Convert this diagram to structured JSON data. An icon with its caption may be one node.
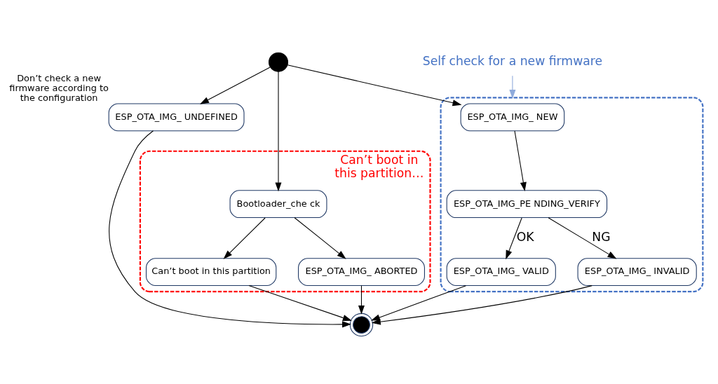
{
  "diagram": {
    "nodes": [
      {
        "text": [],
        "shape": "circle"
      },
      {
        "text": [
          "ESP_OTA_IMG_ UNDEFINED"
        ],
        "beside": [
          "Don’t check a new firmware according to the configuration"
        ]
      },
      {
        "text": [],
        "shape": "box"
      },
      {
        "text": [
          "ESP_OTA_IMG_ NEW"
        ],
        "in": 2
      },
      {
        "text": [
          "ESP_OTA_IMG_PE NDING_VERIFY"
        ],
        "in": 2
      },
      {
        "text": [
          "ESP_OTA_IMG_ INVALID"
        ],
        "in": 2
      },
      {
        "text": [
          "ESP_OTA_IMG_ VALID"
        ],
        "in": 2
      },
      {
        "text": [
          "Can’t boot in this partition…"
        ]
      },
      {
        "text": [
          "Bootloader_che ck"
        ],
        "in": 7
      },
      {
        "text": [
          "ESP_OTA_IMG_ ABORTED"
        ],
        "in": 7
      },
      {
        "text": [
          "Can’t boot in this partition"
        ],
        "in": 7
      },
      {
        "text": [],
        "shape": "circle"
      },
      {
        "text": [
          "Self check for a new firmware"
        ]
      }
    ],
    "edges": [
      {
        "from": 0,
        "to": 1,
        "arrow": "to"
      },
      {
        "from": 0,
        "to": 3,
        "arrow": "to"
      },
      {
        "from": 0,
        "to": 8,
        "arrow": "to"
      },
      {
        "from": 3,
        "to": 4,
        "arrow": "to"
      },
      {
        "from": 4,
        "to": 5,
        "arrow": "to",
        "label": "NG"
      },
      {
        "from": 4,
        "to": 6,
        "arrow": "to",
        "label": "OK"
      },
      {
        "from": 8,
        "to": 9,
        "arrow": "to"
      },
      {
        "from": 8,
        "to": 10,
        "arrow": "to"
      },
      {
        "from": 1,
        "to": 11,
        "arrow": "to"
      },
      {
        "from": 5,
        "to": 11,
        "arrow": "to"
      },
      {
        "from": 6,
        "to": 11,
        "arrow": "to"
      },
      {
        "from": 9,
        "to": 11,
        "arrow": "to"
      },
      {
        "from": 10,
        "to": 11,
        "arrow": "to"
      },
      {
        "from": 12,
        "to": 2,
        "arrow": "to",
        "color": "#8eaadb"
      }
    ]
  }
}
